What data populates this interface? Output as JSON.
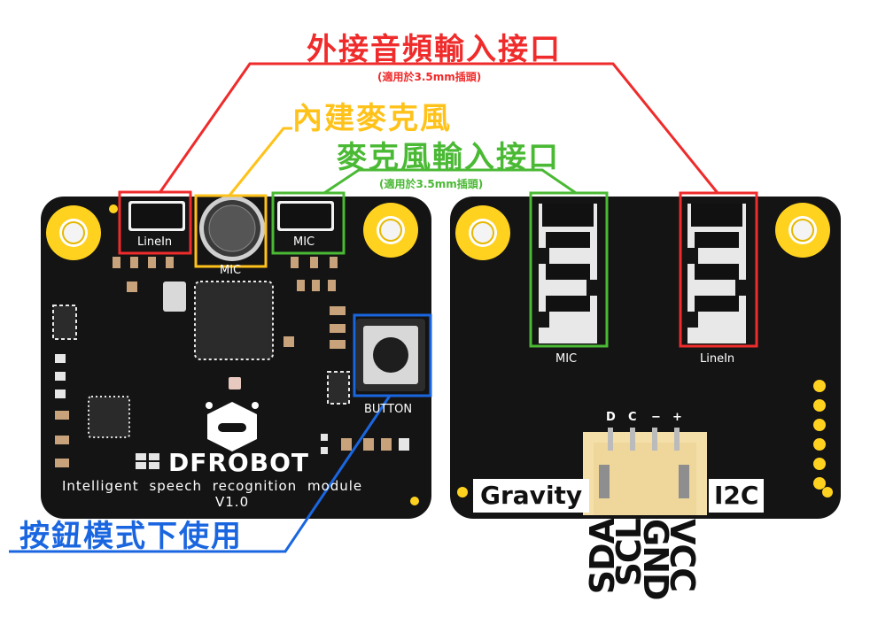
{
  "callouts": {
    "external_audio": "外接音頻輸入接口",
    "external_audio_note": "(適用於3.5mm插頭)",
    "builtin_mic": "內建麥克風",
    "mic_input": "麥克風輸入接口",
    "mic_input_note": "(適用於3.5mm插頭)",
    "button_mode": "按鈕模式下使用"
  },
  "front_board": {
    "linein_label": "LineIn",
    "mic_jack_label": "MIC",
    "onboard_mic_label": "MIC",
    "button_label": "BUTTON",
    "brand": "DFROBOT",
    "description": "Intelligent speech recognition module",
    "version": "V1.0"
  },
  "back_board": {
    "mic_label": "MIC",
    "linein_label": "LineIn",
    "gravity_label": "Gravity",
    "i2c_label": "I2C",
    "pin_top": [
      "D",
      "C",
      "−",
      "+"
    ],
    "pin_names": [
      "SDA",
      "SCL",
      "GND",
      "VCC"
    ]
  },
  "colors": {
    "red": "#ef2b2b",
    "yellow": "#ffc21a",
    "green": "#4ab934",
    "blue": "#1a66e0",
    "board": "#141414",
    "pad": "#ffd21f"
  }
}
